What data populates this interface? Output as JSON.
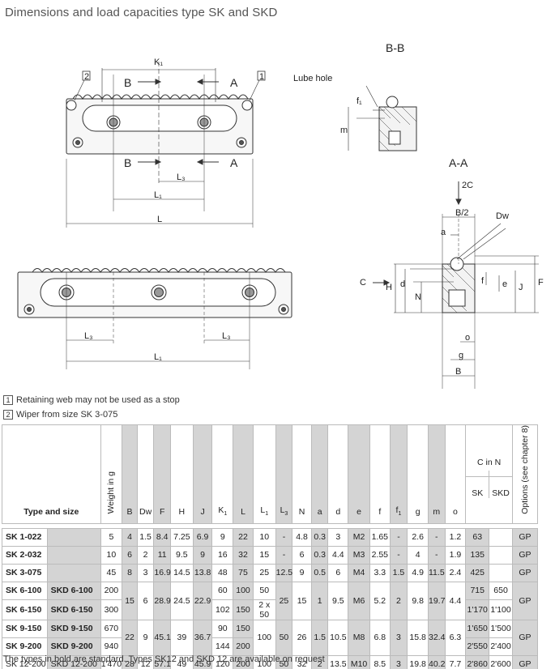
{
  "title": "Dimensions and load capacities type SK and SKD",
  "drawing": {
    "labels": {
      "k1": "K₁",
      "b": "B",
      "a": "A",
      "l3": "L₃",
      "l1": "L₁",
      "l": "L",
      "bb": "B-B",
      "aa": "A-A",
      "lube_hole": "Lube hole",
      "f1": "f₁",
      "m": "m",
      "c2": "2C",
      "b2": "B/2",
      "dw": "Dw",
      "a_small": "a",
      "c": "C",
      "h": "H",
      "d": "d",
      "n": "N",
      "f_small": "f",
      "e": "e",
      "j": "J",
      "f_big": "F",
      "o": "o",
      "g": "g",
      "b_small": "B",
      "one": "1",
      "two": "2"
    }
  },
  "notes": [
    {
      "num": "1",
      "text": "Retaining web may not be used as a stop"
    },
    {
      "num": "2",
      "text": "Wiper from size SK 3-075"
    }
  ],
  "table": {
    "headers": {
      "type_size": "Type and size",
      "weight": "Weight in g",
      "b": "B",
      "dw": "Dw",
      "f": "F",
      "h": "H",
      "j": "J",
      "k": "K",
      "l": "L",
      "l1": "L",
      "l3": "L",
      "n": "N",
      "a": "a",
      "d": "d",
      "e": "e",
      "f_small": "f",
      "f1": "f",
      "g": "g",
      "m": "m",
      "o": "o",
      "cin": "C in N",
      "sk": "SK",
      "skd": "SKD",
      "options": "Options (see chapter 8)",
      "sub1": "1",
      "sub3": "3"
    },
    "rows": {
      "r1": {
        "t": "SK 1-022",
        "w": "5",
        "b": "4",
        "dw": "1.5",
        "f": "8.4",
        "h": "7.25",
        "j": "6.9",
        "k": "9",
        "l": "22",
        "l1": "10",
        "l3": "-",
        "n": "4.8",
        "a": "0.3",
        "d": "3",
        "e": "M2",
        "fs": "1.65",
        "f1": "-",
        "g": "2.6",
        "m": "-",
        "o": "1.2",
        "sk": "63",
        "opt": "GP"
      },
      "r2": {
        "t": "SK 2-032",
        "w": "10",
        "b": "6",
        "dw": "2",
        "f": "11",
        "h": "9.5",
        "j": "9",
        "k": "16",
        "l": "32",
        "l1": "15",
        "l3": "-",
        "n": "6",
        "a": "0.3",
        "d": "4.4",
        "e": "M3",
        "fs": "2.55",
        "f1": "-",
        "g": "4",
        "m": "-",
        "o": "1.9",
        "sk": "135",
        "opt": "GP"
      },
      "r3": {
        "t": "SK 3-075",
        "w": "45",
        "b": "8",
        "dw": "3",
        "f": "16.9",
        "h": "14.5",
        "j": "13.8",
        "k": "48",
        "l": "75",
        "l1": "25",
        "l3": "12.5",
        "n": "9",
        "a": "0.5",
        "d": "6",
        "e": "M4",
        "fs": "3.3",
        "f1": "1.5",
        "g": "4.9",
        "m": "11.5",
        "o": "2.4",
        "sk": "425",
        "opt": "GP"
      },
      "r4": {
        "t": "SK 6-100",
        "t2": "SKD 6-100",
        "w": "200",
        "k": "60",
        "l": "100",
        "l1": "50",
        "sk": "715",
        "skd": "650"
      },
      "r5": {
        "t": "SK 6-150",
        "t2": "SKD 6-150",
        "w": "300",
        "k": "102",
        "l": "150",
        "l1": "2 x 50",
        "sk": "1'170",
        "skd": "1'100"
      },
      "g1": {
        "b": "15",
        "dw": "6",
        "f": "28.9",
        "h": "24.5",
        "j": "22.9",
        "l3": "25",
        "n": "15",
        "a": "1",
        "d": "9.5",
        "e": "M6",
        "fs": "5.2",
        "f1": "2",
        "g": "9.8",
        "m": "19.7",
        "o": "4.4",
        "opt": "GP"
      },
      "r6": {
        "t": "SK 9-150",
        "t2": "SKD 9-150",
        "w": "670",
        "k": "90",
        "l": "150",
        "sk": "1'650",
        "skd": "1'500"
      },
      "r7": {
        "t": "SK 9-200",
        "t2": "SKD 9-200",
        "w": "940",
        "k": "144",
        "l": "200",
        "sk": "2'550",
        "skd": "2'400"
      },
      "g2": {
        "b": "22",
        "dw": "9",
        "f": "45.1",
        "h": "39",
        "j": "36.7",
        "l1": "100",
        "l3": "50",
        "n": "26",
        "a": "1.5",
        "d": "10.5",
        "e": "M8",
        "fs": "6.8",
        "f1": "3",
        "g": "15.8",
        "m": "32.4",
        "o": "6.3",
        "opt": "GP"
      },
      "r8": {
        "t": "SK 12-200",
        "t2": "SKD 12-200",
        "w": "1'470",
        "b": "28",
        "dw": "12",
        "f": "57.1",
        "h": "49",
        "j": "45.9",
        "k": "120",
        "l": "200",
        "l1": "100",
        "l3": "50",
        "n": "32",
        "a": "2",
        "d": "13.5",
        "e": "M10",
        "fs": "8.5",
        "f1": "3",
        "g": "19.8",
        "m": "40.2",
        "o": "7.7",
        "sk": "2'860",
        "skd": "2'600",
        "opt": "GP"
      }
    }
  },
  "footer": "The types in bold are standard. Types SK12 and SKD 12 are available on request"
}
